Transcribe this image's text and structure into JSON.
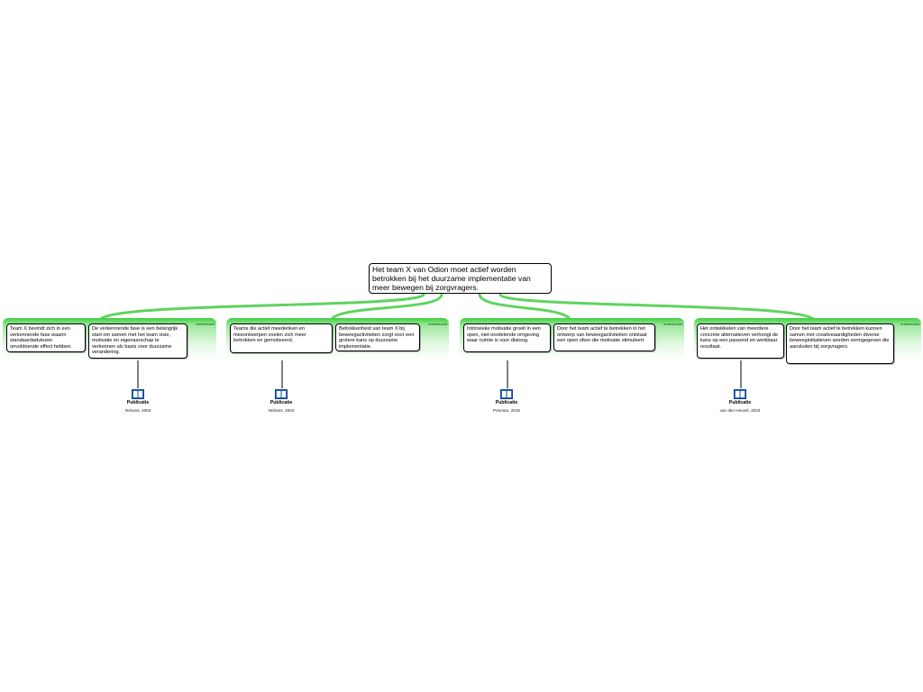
{
  "central_topic": "Het team X van Odion moet actief worden betrokken bij het duurzame implementatie van meer bewegen bij zorgvragers.",
  "group_label": "onderbouwt",
  "colors": {
    "connector": "#5fd35f",
    "group_top": "#3fcf3f",
    "icon": "#2a6fd6"
  },
  "groups": [
    {
      "label": "onderbouwt",
      "cards": [
        "Team X bevindt zich in een verkennende fase waarin standaardadviezen onvoldoende effect hebben.",
        "De verkennende fase is een belangrijk start om samen met het team visie, motivatie en eigenaarschap te verkennen als basis voor duurzame verandering."
      ],
      "publication": {
        "title": "Publicatie",
        "citation": "Nohans, 2004",
        "icon": "book-icon"
      }
    },
    {
      "label": "onderbouwt",
      "cards": [
        "Teams die actief meedenken en meeontwerpen voelen zich meer betrokken en gemotiveerd.",
        "Betrokkenheid van team X bij beweegactiviteiten zorgt voor een grotere kans op duurzame implementatie."
      ],
      "publication": {
        "title": "Publicatie",
        "citation": "Nohans, 2004",
        "icon": "book-icon"
      }
    },
    {
      "label": "onderbouwt",
      "cards": [
        "Intrinsieke motivatie groeit in een open, niet-oordelende omgeving waar ruimte is voor dialoog.",
        "Door het team actief te betrekken in het ontwerp van beweegactiviteiten ontstaat een open sfeer die motivatie stimuleert."
      ],
      "publication": {
        "title": "Publicatie",
        "citation": "Penman, 2015",
        "icon": "book-icon"
      }
    },
    {
      "label": "onderbouwt",
      "cards": [
        "Het ontwikkelen van meerdere concrete alternatieven verhoogt de kans op een passend en werkbaar resultaat.",
        "Door het team actief te betrekken kunnen samen met creativeaardigheden diverse beweeginitiatieven worden vormgegeven die aansluiten bij zorgvragers."
      ],
      "publication": {
        "title": "Publicatie",
        "citation": "van den Heuvel, 2023",
        "icon": "book-icon"
      }
    }
  ]
}
